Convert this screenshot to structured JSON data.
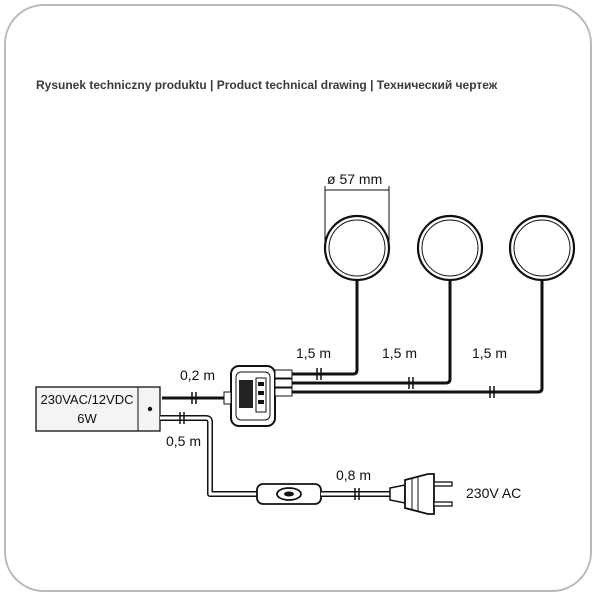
{
  "header": {
    "title": "Rysunek techniczny produktu | Product technical drawing | Технический чертеж"
  },
  "diagram": {
    "diameter_label": "ø 57 mm",
    "cable_lengths": {
      "lamp1": "1,5 m",
      "lamp2": "1,5 m",
      "lamp3": "1,5 m",
      "driver_to_hub": "0,2 m",
      "driver_to_switch": "0,5 m",
      "switch_to_plug": "0,8 m"
    },
    "driver_label_line1": "230VAC/12VDC",
    "driver_label_line2": "6W",
    "plug_label": "230V AC"
  },
  "colors": {
    "frame": "#b9b9b9",
    "line": "#111111",
    "driver_fill": "#f4f4f4"
  }
}
